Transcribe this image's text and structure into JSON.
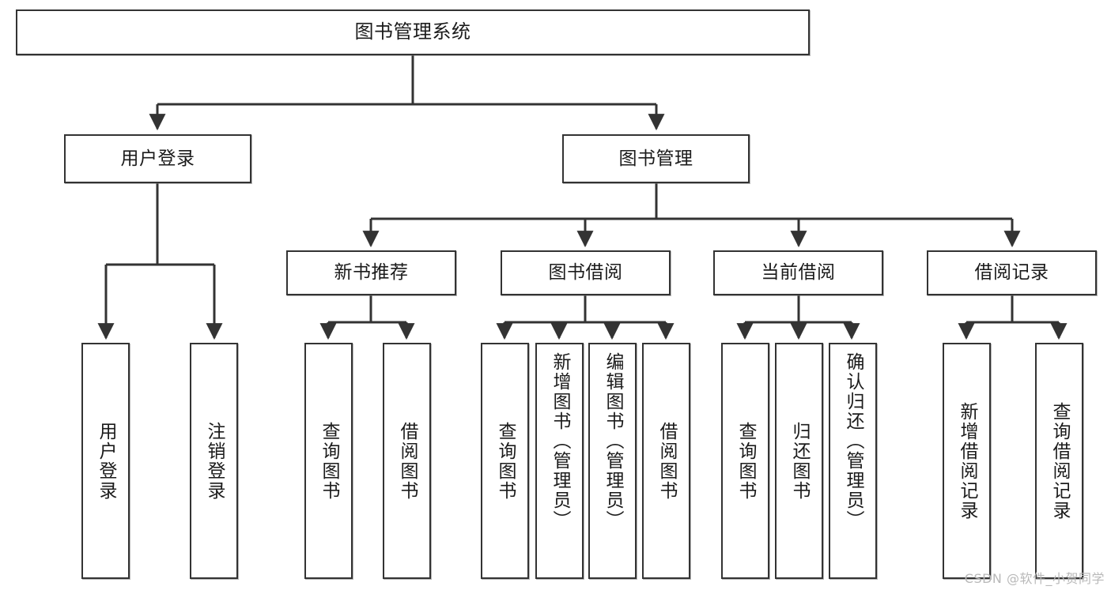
{
  "diagram": {
    "title": "图书管理系统",
    "type": "tree-hierarchy-diagram",
    "watermark": "CSDN @软件_小贺同学",
    "colors": {
      "box_border": "#333333",
      "box_fill": "#ffffff",
      "connector": "#333333",
      "text": "#1b1b1b",
      "watermark": "#b9b9b9",
      "background": "#ffffff"
    },
    "nodes": {
      "root": {
        "label": "图书管理系统"
      },
      "level2": [
        {
          "id": "user-login",
          "label": "用户登录"
        },
        {
          "id": "book-management",
          "label": "图书管理"
        }
      ],
      "level3": [
        {
          "id": "new-book-recommend",
          "label": "新书推荐"
        },
        {
          "id": "book-borrow",
          "label": "图书借阅"
        },
        {
          "id": "current-borrow",
          "label": "当前借阅"
        },
        {
          "id": "borrow-record",
          "label": "借阅记录"
        }
      ],
      "leaves": {
        "user-login": [
          {
            "id": "leaf-user-login",
            "label": "用户登录"
          },
          {
            "id": "leaf-logout",
            "label": "注销登录"
          }
        ],
        "new-book-recommend": [
          {
            "id": "leaf-query-book-1",
            "label": "查询图书"
          },
          {
            "id": "leaf-borrow-book-1",
            "label": "借阅图书"
          }
        ],
        "book-borrow": [
          {
            "id": "leaf-query-book-2",
            "label": "查询图书"
          },
          {
            "id": "leaf-add-book",
            "label": "新增图书（管理员）"
          },
          {
            "id": "leaf-edit-book",
            "label": "编辑图书（管理员）"
          },
          {
            "id": "leaf-borrow-book-2",
            "label": "借阅图书"
          }
        ],
        "current-borrow": [
          {
            "id": "leaf-query-book-3",
            "label": "查询图书"
          },
          {
            "id": "leaf-return-book",
            "label": "归还图书"
          },
          {
            "id": "leaf-confirm-return",
            "label": "确认归还（管理员）"
          }
        ],
        "borrow-record": [
          {
            "id": "leaf-add-record",
            "label": "新增借阅记录"
          },
          {
            "id": "leaf-query-record",
            "label": "查询借阅记录"
          }
        ]
      }
    }
  }
}
